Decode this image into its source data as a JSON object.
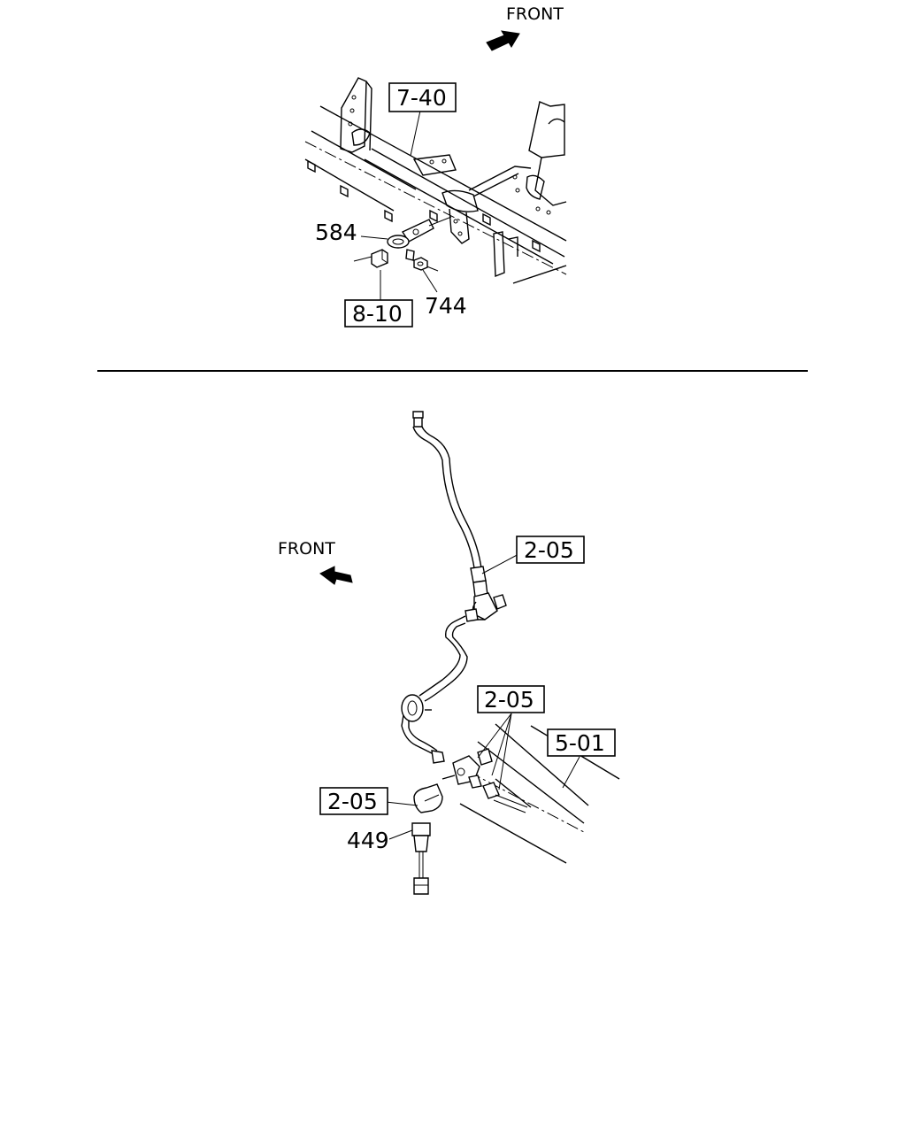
{
  "top_view": {
    "front_label": "FRONT",
    "callouts": {
      "ref_7_40": "7-40",
      "part_584": "584",
      "ref_8_10": "8-10",
      "part_744": "744"
    }
  },
  "bottom_view": {
    "front_label": "FRONT",
    "callouts": {
      "ref_2_05_upper": "2-05",
      "ref_2_05_middle": "2-05",
      "ref_5_01": "5-01",
      "ref_2_05_lower": "2-05",
      "part_449": "449"
    }
  },
  "icons": {
    "front_arrow_top": "front-arrow-icon",
    "front_arrow_bottom": "front-arrow-icon"
  }
}
